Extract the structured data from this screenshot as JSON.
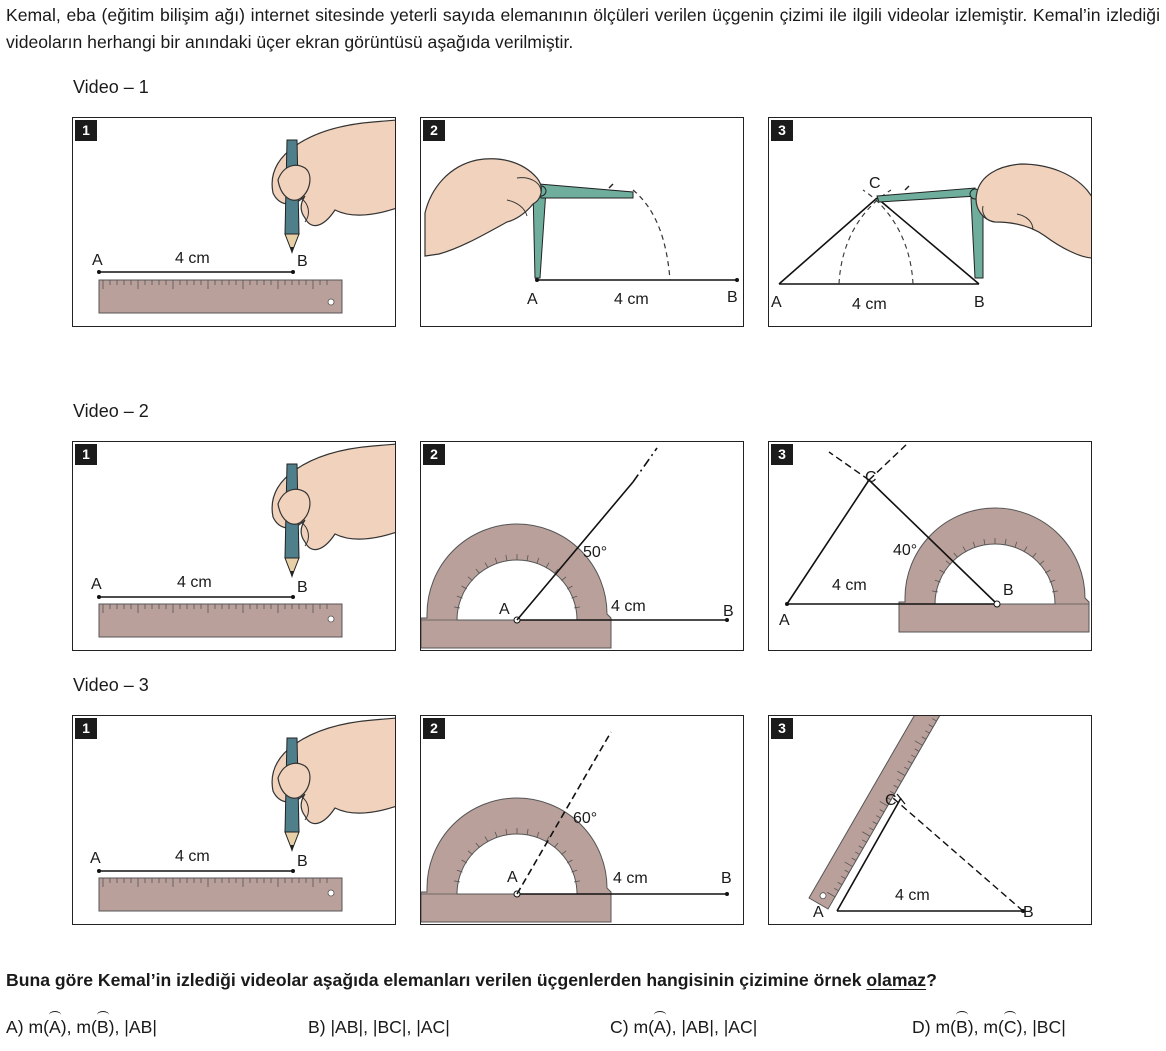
{
  "intro": "Kemal, eba (eğitim bilişim ağı) internet sitesinde yeterli sayıda elemanının ölçüleri verilen üçgenin çizimi ile ilgili videolar izlemiştir. Kemal’in izlediği videoların herhangi bir anındaki üçer ekran görüntüsü aşağıda verilmiştir.",
  "videos": [
    {
      "title": "Video – 1",
      "panels": [
        {
          "num": "1",
          "a": "A",
          "b": "B",
          "len": "4 cm"
        },
        {
          "num": "2",
          "a": "A",
          "b": "B",
          "len": "4 cm"
        },
        {
          "num": "3",
          "a": "A",
          "b": "B",
          "c": "C",
          "len": "4 cm"
        }
      ]
    },
    {
      "title": "Video – 2",
      "panels": [
        {
          "num": "1",
          "a": "A",
          "b": "B",
          "len": "4 cm"
        },
        {
          "num": "2",
          "a": "A",
          "b": "B",
          "len": "4 cm",
          "angle": "50°"
        },
        {
          "num": "3",
          "a": "A",
          "b": "B",
          "c": "C",
          "len": "4 cm",
          "angle": "40°"
        }
      ]
    },
    {
      "title": "Video – 3",
      "panels": [
        {
          "num": "1",
          "a": "A",
          "b": "B",
          "len": "4 cm"
        },
        {
          "num": "2",
          "a": "A",
          "b": "B",
          "len": "4 cm",
          "angle": "60°"
        },
        {
          "num": "3",
          "a": "A",
          "b": "B",
          "c": "C",
          "len": "4 cm"
        }
      ]
    }
  ],
  "question": {
    "pre": "Buna göre Kemal’in izlediği videolar aşağıda elemanları verilen üçgenlerden hangisinin çizimine örnek ",
    "emph": "olamaz",
    "post": "?"
  },
  "options": {
    "a": {
      "letter": "A) m(",
      "v1": "A",
      "mid": "), m(",
      "v2": "B",
      "end": "), |AB|"
    },
    "b": {
      "text": "B) |AB|, |BC|, |AC|"
    },
    "c": {
      "letter": "C) m(",
      "v1": "A",
      "end": "), |AB|, |AC|"
    },
    "d": {
      "letter": "D) m(",
      "v1": "B",
      "mid": "), m(",
      "v2": "C",
      "end": "), |BC|"
    }
  },
  "colors": {
    "ruler": "#b9a09b",
    "pencil": "#4f7f8b",
    "compass": "#6fae9c",
    "skin": "#f1d3bd"
  }
}
